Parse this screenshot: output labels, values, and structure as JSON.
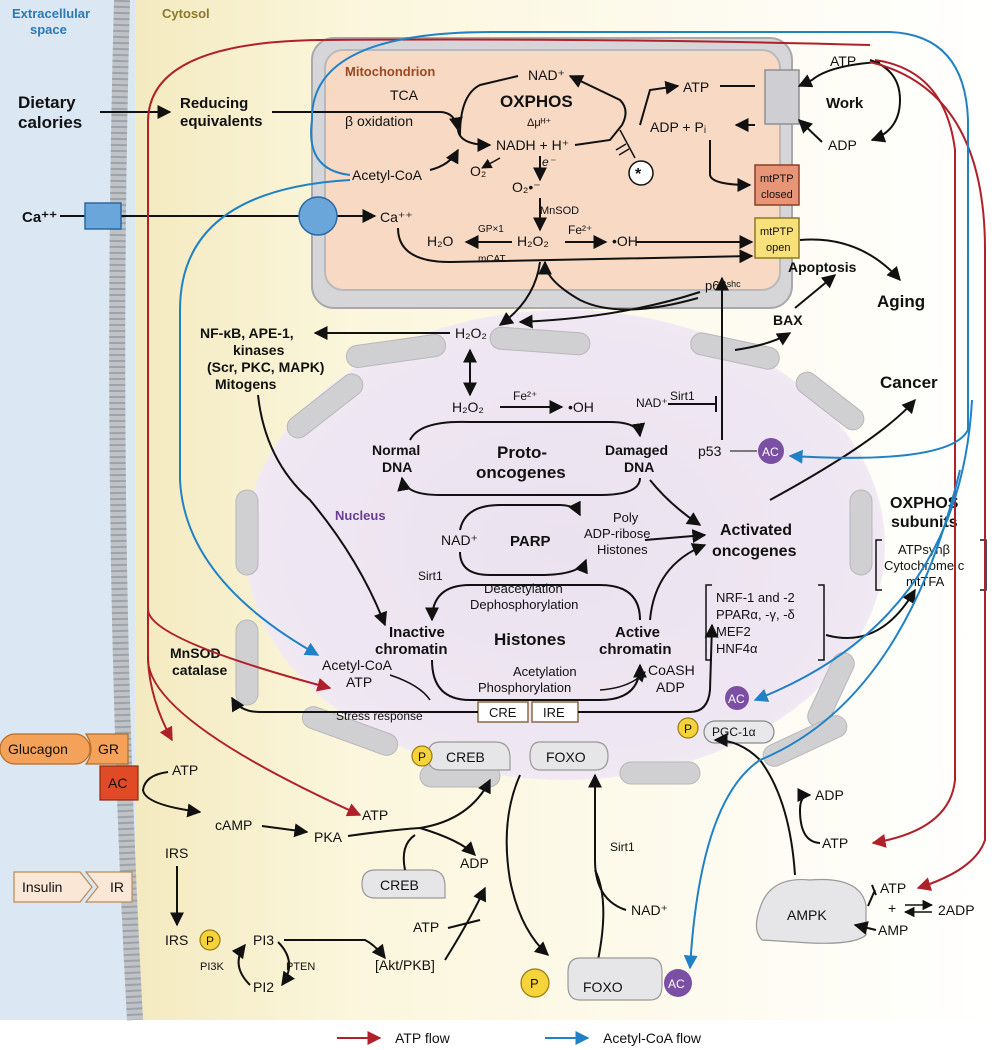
{
  "regions": {
    "extracellular_line1": "Extracellular",
    "extracellular_line2": "space",
    "cytosol": "Cytosol",
    "mitochondrion": "Mitochondrion",
    "nucleus": "Nucleus"
  },
  "inputs": {
    "dietary_line1": "Dietary",
    "dietary_line2": "calories",
    "reducing_line1": "Reducing",
    "reducing_line2": "equivalents",
    "calcium_ext": "Ca⁺⁺"
  },
  "mito": {
    "tca": "TCA",
    "beta_ox": "β oxidation",
    "acetyl_coa": "Acetyl-CoA",
    "nad": "NAD⁺",
    "oxphos": "OXPHOS",
    "delta_mu": "Δμᴴ⁺",
    "nadh": "NADH + H⁺",
    "o2": "O₂",
    "electron": "e⁻",
    "superoxide": "O₂•⁻",
    "mnsod": "MnSOD",
    "h2o2": "H₂O₂",
    "h2o": "H₂O",
    "gpx": "GP×1",
    "mcat": "mCAT",
    "fe": "Fe²⁺",
    "oh": "•OH",
    "calcium": "Ca⁺⁺",
    "atp": "ATP",
    "adp_pi": "ADP + Pᵢ",
    "asterisk": "*",
    "mtptp_closed_1": "mtPTP",
    "mtptp_closed_2": "closed",
    "mtptp_open_1": "mtPTP",
    "mtptp_open_2": "open",
    "p66": "p66ˢʰᶜ"
  },
  "outcomes": {
    "atp": "ATP",
    "work": "Work",
    "adp": "ADP",
    "apoptosis": "Apoptosis",
    "aging": "Aging",
    "bax": "BAX",
    "cancer": "Cancer"
  },
  "cytosol_signals": {
    "h2o2": "H₂O₂",
    "nfkb_1": "NF-κB, APE-1,",
    "nfkb_2": "kinases",
    "nfkb_3": "(Scr, PKC, MAPK)",
    "nfkb_4": "Mitogens"
  },
  "nucleus": {
    "h2o2": "H₂O₂",
    "fe": "Fe²⁺",
    "oh": "•OH",
    "normal_dna_1": "Normal",
    "normal_dna_2": "DNA",
    "proto_1": "Proto-",
    "proto_2": "oncogenes",
    "damaged_dna_1": "Damaged",
    "damaged_dna_2": "DNA",
    "nad_sirt": "NAD⁺",
    "sirt1_top": "Sirt1",
    "p53": "p53",
    "ac": "AC",
    "nad_parp": "NAD⁺",
    "parp": "PARP",
    "poly_1": "Poly",
    "poly_2": "ADP-ribose",
    "poly_3": "Histones",
    "activated_1": "Activated",
    "activated_2": "oncogenes",
    "sirt1_mid": "Sirt1",
    "deacetylation": "Deacetylation",
    "dephosphorylation": "Dephosphorylation",
    "inactive_1": "Inactive",
    "inactive_2": "chromatin",
    "histones": "Histones",
    "active_1": "Active",
    "active_2": "chromatin",
    "acetylation": "Acetylation",
    "phosphorylation": "Phosphorylation",
    "acetyl_coa": "Acetyl-CoA",
    "atp": "ATP",
    "coash": "CoASH",
    "adp": "ADP",
    "stress": "Stress response",
    "cre": "CRE",
    "ire": "IRE",
    "tf_list": [
      "NRF-1 and -2",
      "PPARα, -γ, -δ",
      "MEF2",
      "HNF4α"
    ],
    "pgc": "PGC-1α",
    "p": "P",
    "ac_pgc": "AC"
  },
  "oxphos_subunits": {
    "title_1": "OXPHOS",
    "title_2": "subunits",
    "items": [
      "ATPsynβ",
      "Cytochrome c",
      "mtTFA"
    ]
  },
  "mnsod": {
    "line1": "MnSOD",
    "line2": "catalase"
  },
  "signaling": {
    "glucagon": "Glucagon",
    "gr": "GR",
    "ac": "AC",
    "atp_top": "ATP",
    "camp": "cAMP",
    "pka": "PKA",
    "atp_pka": "ATP",
    "adp": "ADP",
    "creb_upper": "CREB",
    "creb_lower": "CREB",
    "foxo_upper": "FOXO",
    "sirt1": "Sirt1",
    "nad": "NAD⁺",
    "p": "P",
    "insulin": "Insulin",
    "ir": "IR",
    "irs_top": "IRS",
    "irs_mid": "IRS",
    "irs_p": "P",
    "pi3": "PI3",
    "pi3k": "PI3K",
    "pten": "PTEN",
    "pi2": "PI2",
    "akt": "[Akt/PKB]",
    "atp_akt": "ATP",
    "foxo_lower": "FOXO",
    "foxo_p": "P",
    "foxo_ac": "AC",
    "adp_right": "ADP",
    "atp_right": "ATP",
    "ampk": "AMPK",
    "atp_ampk": "ATP",
    "plus": "+",
    "amp": "AMP",
    "two_adp": "2ADP"
  },
  "legend": {
    "atp_flow": "ATP flow",
    "acetyl_flow": "Acetyl-CoA flow"
  },
  "colors": {
    "atp_flow": "#b0202a",
    "acetyl_flow": "#1f82c6",
    "mito_fill": "#f7d9c4",
    "nucleus_fill": "#e6dcec",
    "cytosol_fill": "#fbf6dc",
    "ac_badge": "#7b4fa3",
    "p_badge": "#f5d33b",
    "glucagon": "#f4a25a",
    "ac_red": "#e14a26"
  }
}
